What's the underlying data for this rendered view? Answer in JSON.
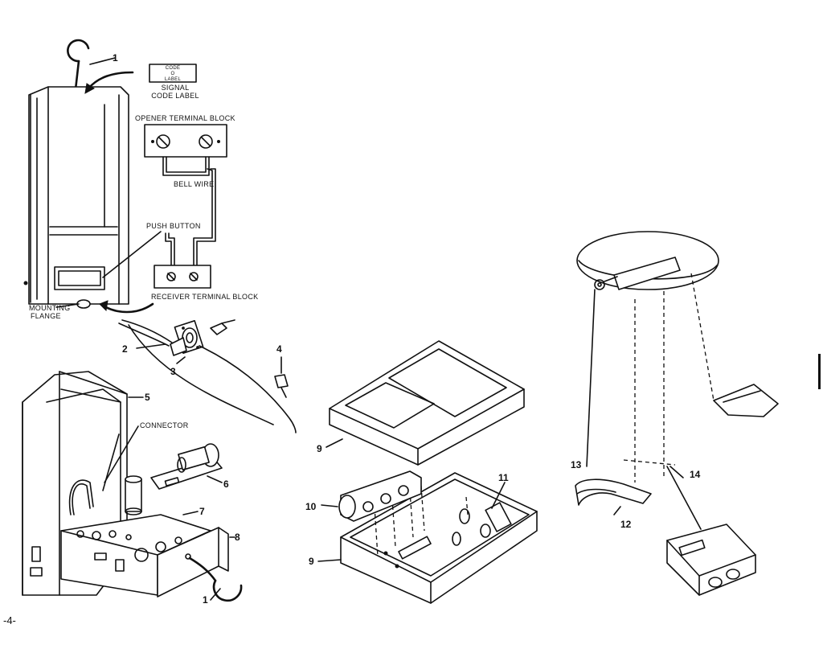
{
  "callouts": {
    "n1_top": "1",
    "n2": "2",
    "n3": "3",
    "n4": "4",
    "n5": "5",
    "n6": "6",
    "n7": "7",
    "n8": "8",
    "n1_bottom": "1",
    "n9_top": "9",
    "n9_bottom": "9",
    "n10": "10",
    "n11": "11",
    "n12": "12",
    "n13": "13",
    "n14": "14"
  },
  "labels": {
    "code_label_line1": "CODE",
    "code_label_line2": "O",
    "code_label_line3": "LABEL",
    "signal_code_label_1": "SIGNAL",
    "signal_code_label_2": "CODE  LABEL",
    "opener_terminal_block": "OPENER TERMINAL BLOCK",
    "bell_wire": "BELL  WIRE",
    "push_button": "PUSH BUTTON",
    "receiver_terminal_block": "RECEIVER TERMINAL BLOCK",
    "mounting_flange_1": "MOUNTING",
    "mounting_flange_2": "FLANGE",
    "connector": "CONNECTOR",
    "page_number": "-4-"
  }
}
